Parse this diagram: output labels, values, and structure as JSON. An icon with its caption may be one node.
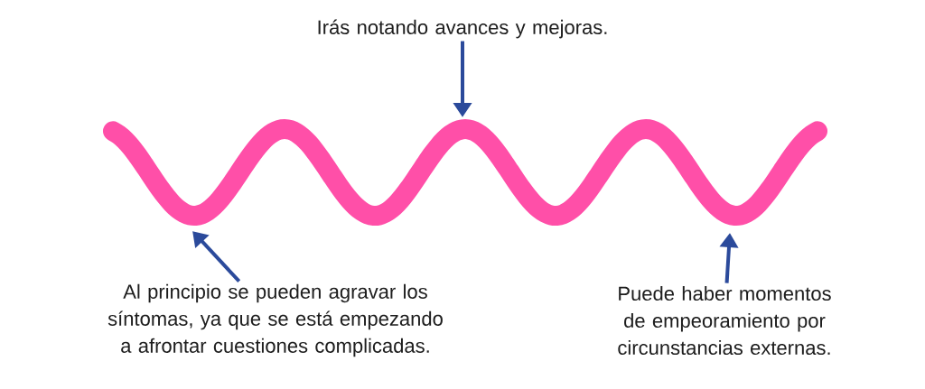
{
  "diagram": {
    "nodes": [
      {
        "text": [
          "Irás notando avances y mejoras."
        ]
      },
      {
        "text": [
          "Al principio se pueden agravar los síntomas, ya que se está empezando a afrontar cuestiones complicadas."
        ]
      },
      {
        "text": [
          "Puede haber momentos de empeoramiento por circunstancias externas."
        ]
      }
    ],
    "edges": [
      {
        "from": 0,
        "to": null,
        "arrow": "to"
      },
      {
        "from": 1,
        "to": null,
        "arrow": "to"
      },
      {
        "from": 2,
        "to": null,
        "arrow": "to"
      }
    ]
  }
}
